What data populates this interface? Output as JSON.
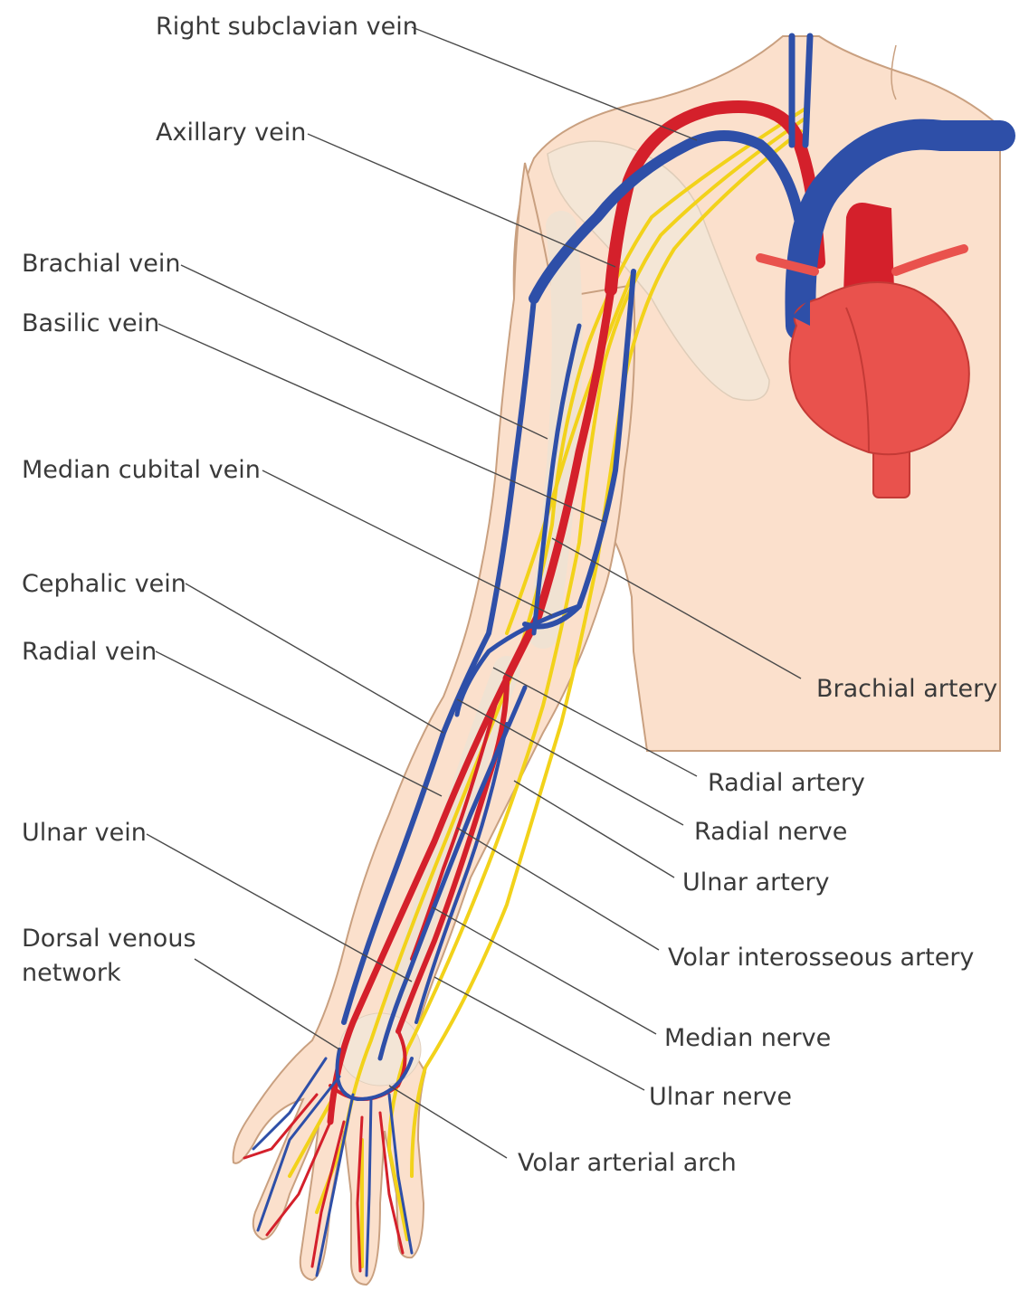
{
  "labels": {
    "right_subclavian_vein": "Right subclavian vein",
    "axillary_vein": "Axillary vein",
    "brachial_vein": "Brachial vein",
    "basilic_vein": "Basilic vein",
    "median_cubital_vein": "Median cubital vein",
    "cephalic_vein": "Cephalic vein",
    "radial_vein": "Radial vein",
    "ulnar_vein": "Ulnar vein",
    "dorsal_venous_network_line1": "Dorsal venous",
    "dorsal_venous_network_line2": "network",
    "brachial_artery": "Brachial artery",
    "radial_artery": "Radial artery",
    "radial_nerve": "Radial nerve",
    "ulnar_artery": "Ulnar artery",
    "volar_interosseous_artery": "Volar interosseous artery",
    "median_nerve": "Median nerve",
    "ulnar_nerve": "Ulnar nerve",
    "volar_arterial_arch": "Volar arterial arch"
  },
  "colors": {
    "skin": "#fbe0cc",
    "skin_outline": "#c9a080",
    "bone": "#f4e7d8",
    "vein": "#2e4fa8",
    "artery": "#d4202b",
    "nerve": "#f2d21a",
    "heart": "#e9524d",
    "heart_dark": "#c43a36"
  }
}
